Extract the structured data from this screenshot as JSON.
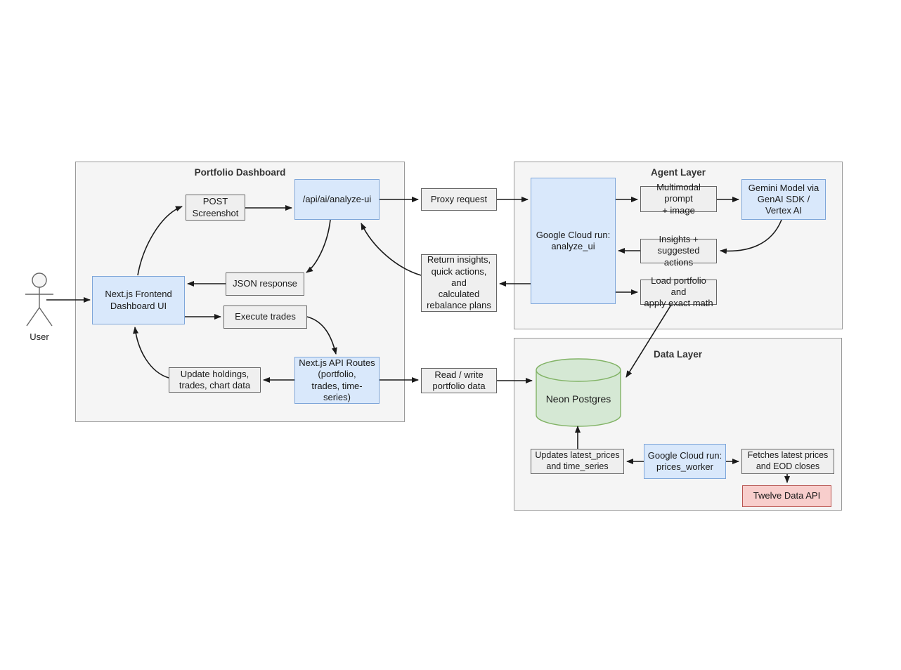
{
  "diagram": {
    "title_note": "System architecture flow diagram",
    "groups": [
      {
        "id": "portfolio",
        "label": "Portfolio Dashboard"
      },
      {
        "id": "agent",
        "label": "Agent Layer"
      },
      {
        "id": "data",
        "label": "Data Layer"
      }
    ],
    "actor": {
      "label": "User",
      "icon": "stick-figure-icon"
    },
    "nodes": {
      "post_screenshot": "POST\nScreenshot",
      "post_screenshot_line1": "POST",
      "post_screenshot_line2": "Screenshot",
      "analyze_ui_route": "/api/ai/analyze-ui",
      "frontend_line1": "Next.js Frontend",
      "frontend_line2": "Dashboard UI",
      "json_response": "JSON response",
      "execute_trades": "Execute trades",
      "api_routes_line1": "Next.js API Routes",
      "api_routes_line2": "(portfolio,",
      "api_routes_line3": "trades, time-series)",
      "update_holdings_line1": "Update holdings,",
      "update_holdings_line2": "trades, chart data",
      "proxy_request": "Proxy request",
      "return_insights_line1": "Return insights,",
      "return_insights_line2": "quick actions, and",
      "return_insights_line3": "calculated",
      "return_insights_line4": "rebalance plans",
      "read_write": "Read / write",
      "read_write_line2": "portfolio data",
      "cloud_run_analyze_line1": "Google Cloud run:",
      "cloud_run_analyze_line2": "analyze_ui",
      "multimodal_line1": "Multimodal prompt",
      "multimodal_line2": "+ image",
      "gemini_line1": "Gemini Model via",
      "gemini_line2": "GenAI SDK /",
      "gemini_line3": "Vertex AI",
      "insights_line1": "Insights +",
      "insights_line2": "suggested actions",
      "load_portfolio_line1": "Load portfolio and",
      "load_portfolio_line2": "apply exact math",
      "neon_postgres": "Neon Postgres",
      "updates_prices_line1": "Updates latest_prices",
      "updates_prices_line2": "and time_series",
      "prices_worker_line1": "Google Cloud run:",
      "prices_worker_line2": "prices_worker",
      "fetches_line1": "Fetches latest prices",
      "fetches_line2": "and EOD closes",
      "twelve_data_api": "Twelve Data API"
    },
    "colors": {
      "group_fill": "#f5f5f5",
      "group_border": "#9a9a9a",
      "gray_fill": "#efefef",
      "gray_border": "#666666",
      "blue_fill": "#d9e8fb",
      "blue_border": "#7ea6d9",
      "red_fill": "#f8cecc",
      "red_border": "#b85450",
      "green_fill": "#d5e8d4",
      "green_border": "#82b366",
      "edge": "#1a1a1a",
      "title_text": "#333333"
    }
  }
}
